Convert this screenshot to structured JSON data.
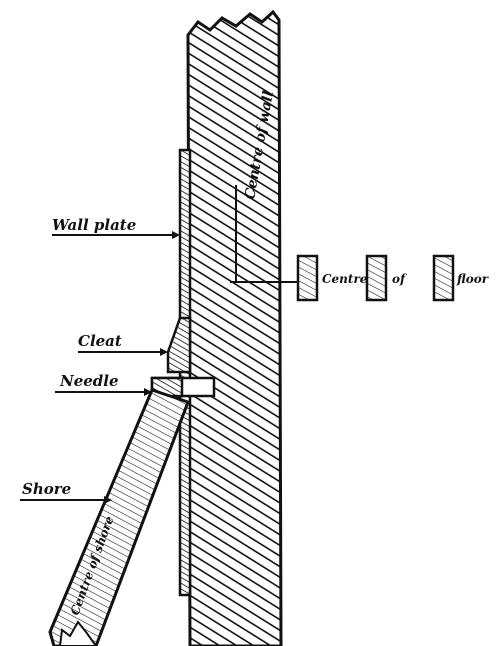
{
  "labels": {
    "wall_plate": "Wall plate",
    "cleat": "Cleat",
    "needle": "Needle",
    "shore": "Shore",
    "centre_of_wall": "Centre of wall",
    "centre_of_shore": "Centre of shore",
    "centre_of_floor_1": "Centre",
    "centre_of_floor_2": "of",
    "centre_of_floor_3": "floor"
  },
  "colors": {
    "ink": "#111111",
    "paper": "#ffffff"
  }
}
